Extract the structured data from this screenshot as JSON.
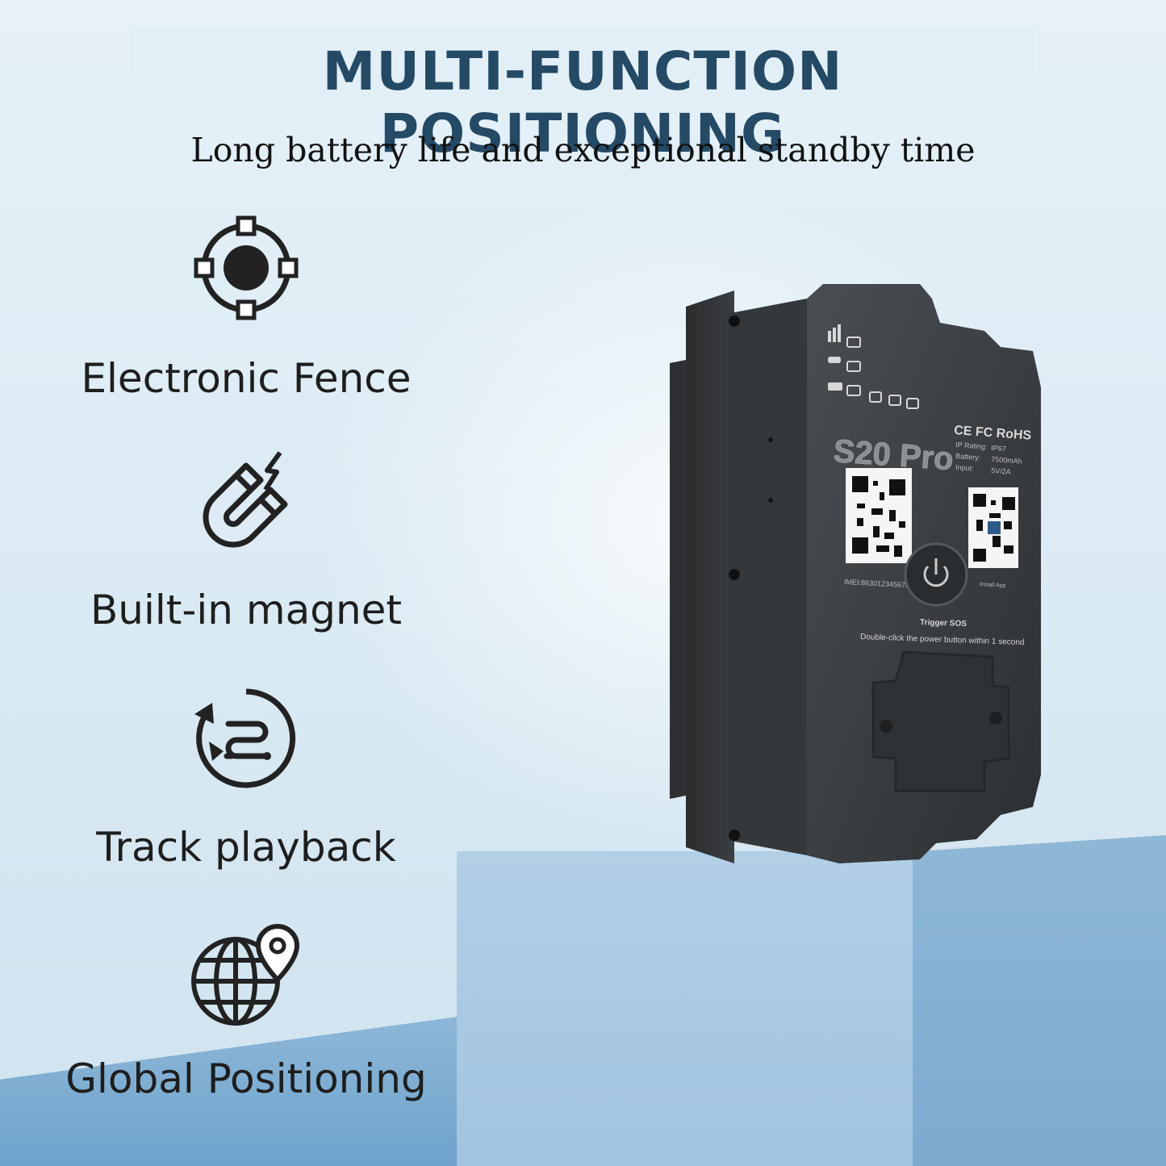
{
  "title": "MULTI-FUNCTION POSITIONING",
  "subtitle": "Long battery life and exceptional standby time",
  "features": [
    {
      "label": "Electronic Fence",
      "icon": "target-icon"
    },
    {
      "label": "Built-in magnet",
      "icon": "magnet-icon"
    },
    {
      "label": "Track playback",
      "icon": "track-playback-icon"
    },
    {
      "label": "Global Positioning",
      "icon": "globe-location-icon"
    }
  ],
  "device": {
    "model": "S20 Pro",
    "certifications": "CE FC RoHS",
    "spec_labels": [
      "IP Rating:",
      "Battery:",
      "Input:"
    ],
    "spec_values": [
      "IP67",
      "7500mAh",
      "5V/2A"
    ],
    "imei": "IMEI:863012345678901",
    "app_label": "Install App",
    "sos_title": "Trigger SOS",
    "sos_hint": "Double-click the power button within 1 second"
  },
  "colors": {
    "title": "#254a66",
    "text": "#1e1e1e",
    "device": "#3a3d40",
    "accent": "#7eaad0"
  }
}
